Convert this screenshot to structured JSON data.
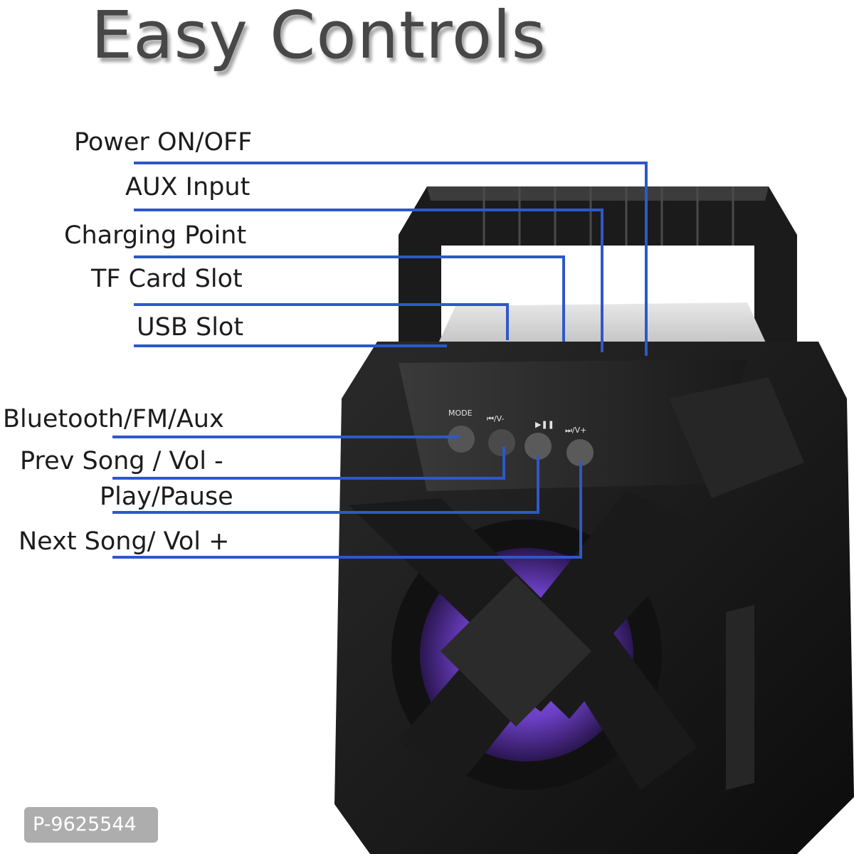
{
  "title": "Easy Controls",
  "colors": {
    "leader_line": "#2f58c8",
    "title_text": "#474747",
    "label_text": "#1c1c1c",
    "speaker_body": "#141414",
    "speaker_glow": "#7a46d6",
    "badge_bg": "#adadad"
  },
  "top_ports": {
    "labels": [
      {
        "id": "power",
        "text": "Power ON/OFF"
      },
      {
        "id": "aux",
        "text": "AUX Input"
      },
      {
        "id": "charging",
        "text": "Charging Point"
      },
      {
        "id": "tf_card",
        "text": "TF Card Slot"
      },
      {
        "id": "usb",
        "text": "USB Slot"
      }
    ]
  },
  "front_buttons": {
    "labels": [
      {
        "id": "mode",
        "text": "Bluetooth/FM/Aux"
      },
      {
        "id": "prev",
        "text": "Prev Song / Vol -"
      },
      {
        "id": "play",
        "text": "Play/Pause"
      },
      {
        "id": "next",
        "text": "Next Song/ Vol +"
      }
    ],
    "button_glyphs": {
      "mode": "MODE",
      "prev": "⏮/V-",
      "play": "▶❚❚",
      "next": "⏭/V+"
    }
  },
  "badge": {
    "text": "P-9625544"
  }
}
